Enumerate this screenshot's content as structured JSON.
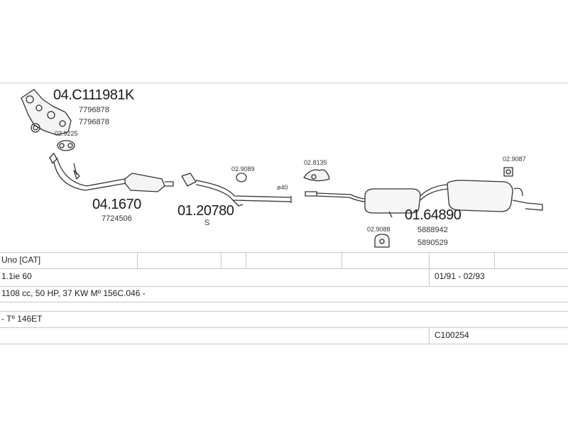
{
  "parts": {
    "manifold": {
      "part_no": "04.C111981K",
      "oem1": "7796878",
      "oem2": "7796878"
    },
    "gasket_front": {
      "part_no": "02.9225"
    },
    "catalyst": {
      "part_no": "04.1670",
      "oem": "7724506"
    },
    "front_pipe": {
      "part_no": "01.20780",
      "suffix": "S"
    },
    "ring": {
      "part_no": "02.9089"
    },
    "diameter": {
      "text": "ø40"
    },
    "hanger_mid": {
      "part_no": "02.8135"
    },
    "rear_silencer": {
      "part_no": "01.64890",
      "oem1": "5888942",
      "oem2": "5890529"
    },
    "hanger_rear": {
      "part_no": "02.9087"
    },
    "hanger_bottom": {
      "part_no": "02.9088"
    }
  },
  "table": {
    "model": "Uno  [CAT]",
    "engine": "1.1ie 60",
    "period": "01/91 - 02/93",
    "specs": "1108 cc, 50 HP, 37 KW Mº 156C.046 -",
    "type": "- Tº 146ET",
    "code": "C100254"
  }
}
